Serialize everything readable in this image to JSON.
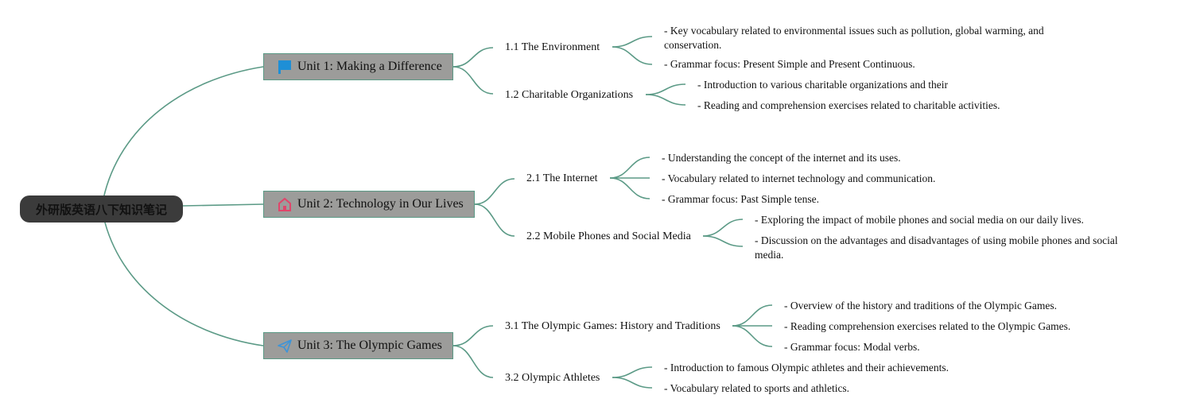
{
  "root": {
    "label": "外研版英语八下知识笔记"
  },
  "colors": {
    "connector": "#5b9a86",
    "root_bg": "#3b3b3b",
    "unit_bg": "#9c9c9a",
    "flag": "#1e8fd6",
    "home": "#e0466b",
    "plane": "#3d94d8"
  },
  "units": [
    {
      "label": "Unit 1: Making a Difference",
      "icon": "flag-icon",
      "topics": [
        {
          "label": "1.1 The Environment",
          "points": [
            "- Key vocabulary related to environmental issues such as pollution, global warming, and conservation.",
            "- Grammar focus: Present Simple and Present Continuous."
          ]
        },
        {
          "label": "1.2 Charitable Organizations",
          "points": [
            "- Introduction to various charitable organizations and their",
            "- Reading and comprehension exercises related to charitable activities."
          ]
        }
      ]
    },
    {
      "label": "Unit 2: Technology in Our Lives",
      "icon": "home-icon",
      "topics": [
        {
          "label": "2.1 The Internet",
          "points": [
            "- Understanding the concept of the internet and its uses.",
            "- Vocabulary related to internet technology and communication.",
            "- Grammar focus: Past Simple tense."
          ]
        },
        {
          "label": "2.2 Mobile Phones and Social Media",
          "points": [
            "- Exploring the impact of mobile phones and social media on our daily lives.",
            "- Discussion on the advantages and disadvantages of using mobile phones and social media."
          ]
        }
      ]
    },
    {
      "label": "Unit 3: The Olympic Games",
      "icon": "paper-plane-icon",
      "topics": [
        {
          "label": "3.1 The Olympic Games: History and Traditions",
          "points": [
            "- Overview of the history and traditions of the Olympic Games.",
            "- Reading comprehension exercises related to the Olympic Games.",
            "- Grammar focus: Modal verbs."
          ]
        },
        {
          "label": "3.2 Olympic Athletes",
          "points": [
            "- Introduction to famous Olympic athletes and their achievements.",
            "- Vocabulary related to sports and athletics."
          ]
        }
      ]
    }
  ]
}
